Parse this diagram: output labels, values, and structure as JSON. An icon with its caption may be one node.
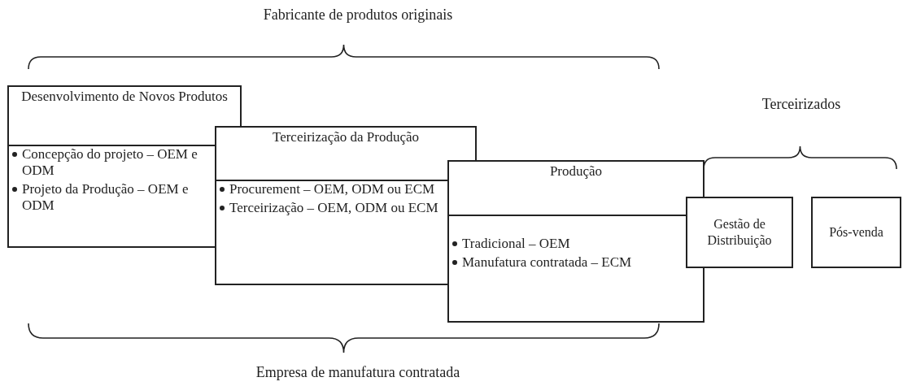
{
  "diagram": {
    "nodes": [
      {
        "text": [
          "Desenvolvimento de Novos Produtos",
          "Concepção do projeto – OEM e ODM",
          "Projeto da Produção – OEM e ODM"
        ]
      },
      {
        "text": [
          "Terceirização da Produção",
          "Procurement – OEM, ODM ou ECM",
          "Terceirização – OEM, ODM ou ECM"
        ]
      },
      {
        "text": [
          "Produção",
          "Tradicional – OEM",
          "Manufatura contratada – ECM"
        ]
      },
      {
        "text": [
          "Gestão de Distribuição"
        ]
      },
      {
        "text": [
          "Pós-venda"
        ]
      }
    ],
    "labels": [
      "Fabricante de produtos originais",
      "Terceirizados",
      "Empresa de manufatura contratada"
    ]
  }
}
